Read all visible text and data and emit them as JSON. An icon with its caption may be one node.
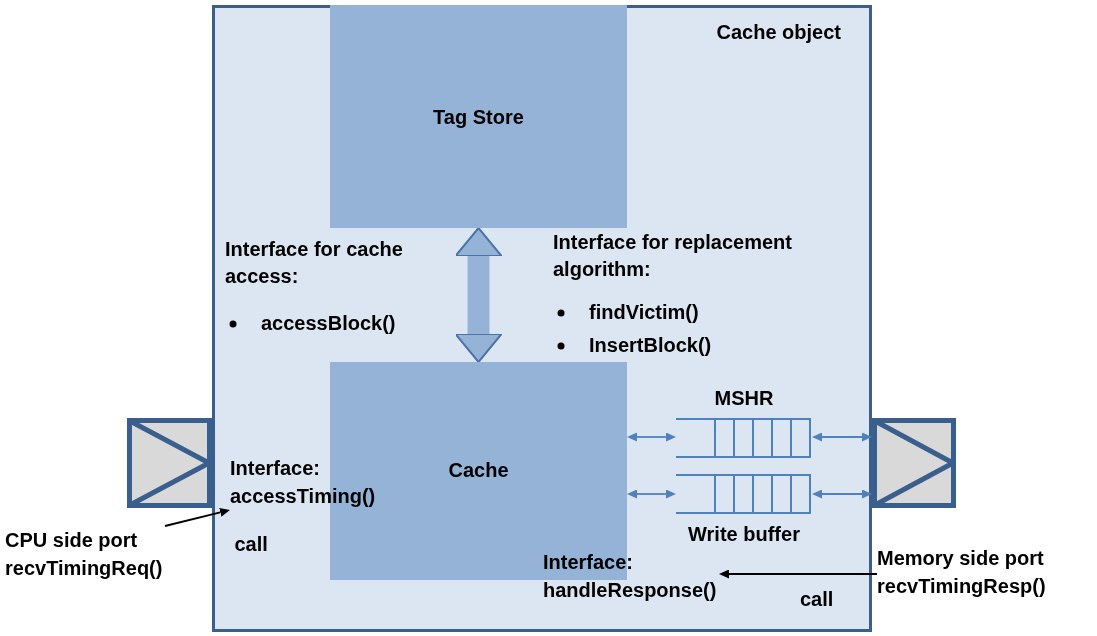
{
  "diagram": {
    "nodes": [
      {
        "text": [
          "Cache object"
        ]
      },
      {
        "text": [
          "Tag Store"
        ],
        "in": 0
      },
      {
        "text": [
          "Cache"
        ],
        "in": 0
      },
      {
        "text": [
          "MSHR"
        ],
        "in": 0
      },
      {
        "text": [
          "Write buffer"
        ],
        "in": 0
      },
      {
        "text": [],
        "shape": "box"
      },
      {
        "text": [
          "Interface: accessTiming()"
        ],
        "in": 0
      },
      {
        "text": [],
        "shape": "box"
      },
      {
        "text": [
          "CPU side port recvTimingReq()"
        ]
      },
      {
        "text": [
          "Interface: handleResponse()"
        ],
        "in": 0
      },
      {
        "text": [
          "Memory side port recvTimingResp()"
        ]
      }
    ],
    "edges": [
      {
        "from": 1,
        "to": 2,
        "arrow": "both",
        "style": "thick",
        "color": "#95b3d7"
      },
      {
        "from": 2,
        "to": 3,
        "arrow": "both"
      },
      {
        "from": 3,
        "to": 7,
        "arrow": "both"
      },
      {
        "from": 2,
        "to": 4,
        "arrow": "both"
      },
      {
        "from": 4,
        "to": 7,
        "arrow": "both"
      },
      {
        "from": 8,
        "to": 6,
        "arrow": "to",
        "label": "call",
        "color": "#000000"
      },
      {
        "from": 10,
        "to": 9,
        "arrow": "to",
        "label": "call",
        "color": "#000000"
      }
    ],
    "labels": [
      "Interface for cache access:",
      "accessBlock()",
      "Interface for replacement algorithm:",
      "findVictim()",
      "InsertBlock()"
    ]
  }
}
